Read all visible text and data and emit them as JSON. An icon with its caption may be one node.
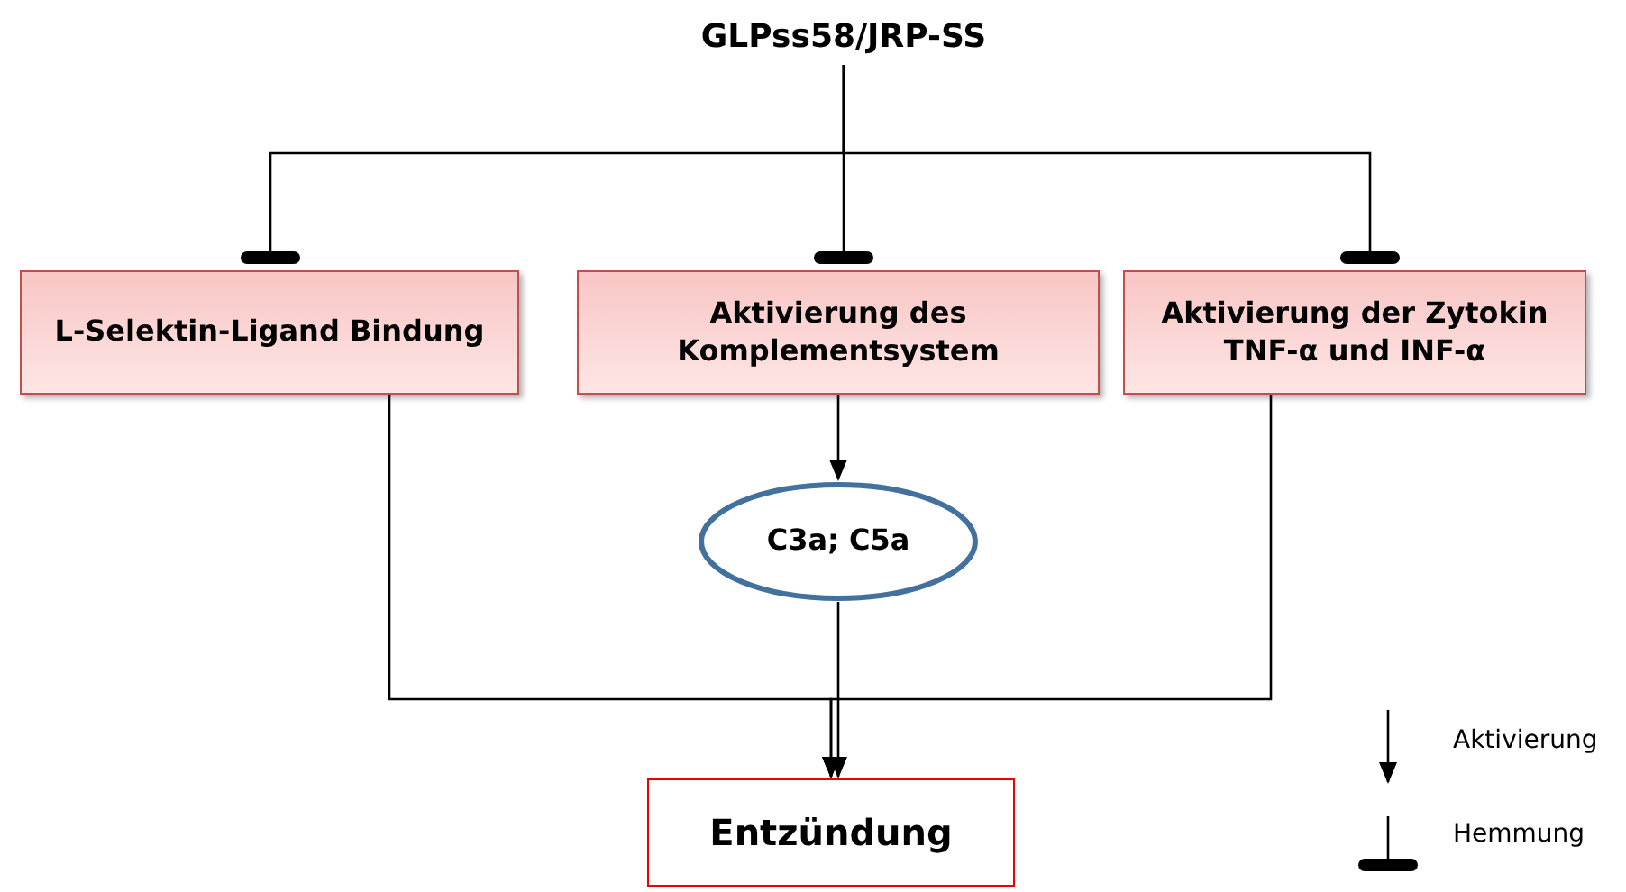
{
  "diagram": {
    "nodes": [
      {
        "text": [
          "GLPss58/JRP-SS"
        ]
      },
      {
        "text": [
          "L-Selektin-Ligand Bindung"
        ]
      },
      {
        "text": [
          "Aktivierung des Komplementsystem"
        ]
      },
      {
        "text": [
          "Aktivierung der Zytokin TNF-α und INF-α"
        ]
      },
      {
        "text": [
          "C3a; C5a"
        ]
      },
      {
        "text": [
          "Entzündung"
        ]
      }
    ],
    "edges": [
      {
        "from": 0,
        "to": 1,
        "arrow": "other"
      },
      {
        "from": 0,
        "to": 2,
        "arrow": "other"
      },
      {
        "from": 0,
        "to": 3,
        "arrow": "other"
      },
      {
        "from": 2,
        "to": 4,
        "arrow": "to"
      },
      {
        "from": 1,
        "to": 5,
        "arrow": "to"
      },
      {
        "from": 4,
        "to": 5,
        "arrow": "to"
      },
      {
        "from": 3,
        "to": 5,
        "arrow": "to"
      }
    ],
    "legend": [
      {
        "text": "Aktivierung"
      },
      {
        "text": "Hemmung"
      }
    ]
  }
}
